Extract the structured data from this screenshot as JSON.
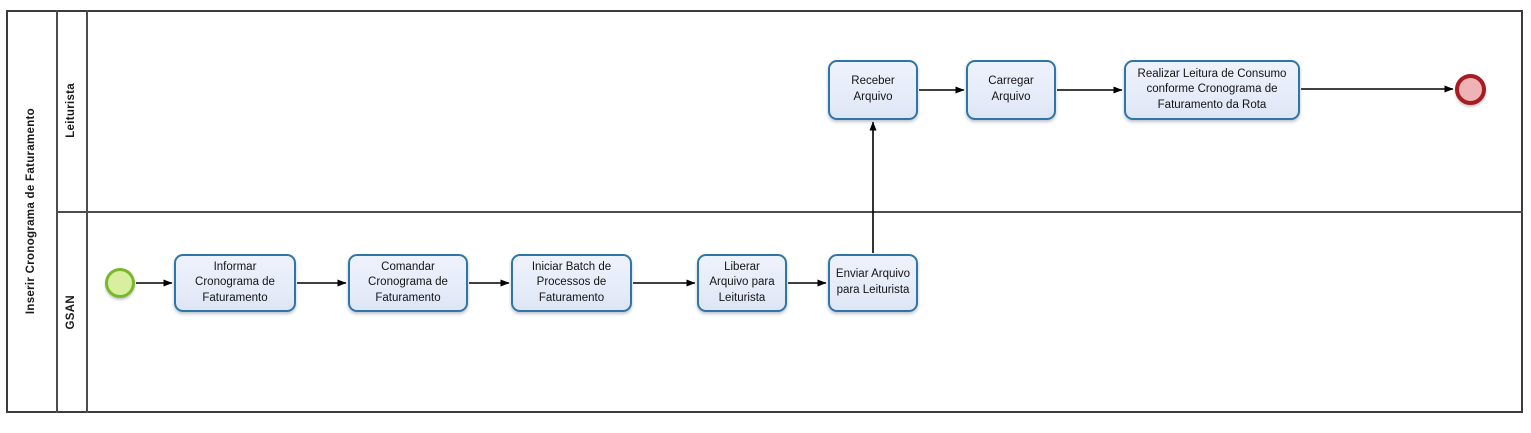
{
  "pool": {
    "title": "Inserir Cronograma de Faturamento"
  },
  "lanes": [
    {
      "label": "Leiturista"
    },
    {
      "label": "GSAN"
    }
  ],
  "tasks": [
    {
      "id": "informar-cronograma",
      "lane": "GSAN",
      "label": "Informar Cronograma de Faturamento"
    },
    {
      "id": "comandar-cronograma",
      "lane": "GSAN",
      "label": "Comandar Cronograma de Faturamento"
    },
    {
      "id": "iniciar-batch",
      "lane": "GSAN",
      "label": "Iniciar Batch de Processos de Faturamento"
    },
    {
      "id": "liberar-arquivo",
      "lane": "GSAN",
      "label": "Liberar Arquivo para Leiturista"
    },
    {
      "id": "enviar-arquivo",
      "lane": "GSAN",
      "label": "Enviar Arquivo para Leiturista"
    },
    {
      "id": "receber-arquivo",
      "lane": "Leiturista",
      "label": "Receber Arquivo"
    },
    {
      "id": "carregar-arquivo",
      "lane": "Leiturista",
      "label": "Carregar Arquivo"
    },
    {
      "id": "realizar-leitura",
      "lane": "Leiturista",
      "label": "Realizar Leitura de Consumo conforme Cronograma de Faturamento da Rota"
    }
  ],
  "events": [
    {
      "id": "start",
      "type": "start-event",
      "lane": "GSAN"
    },
    {
      "id": "end",
      "type": "end-event",
      "lane": "Leiturista"
    }
  ],
  "flows": [
    {
      "from": "start",
      "to": "informar-cronograma"
    },
    {
      "from": "informar-cronograma",
      "to": "comandar-cronograma"
    },
    {
      "from": "comandar-cronograma",
      "to": "iniciar-batch"
    },
    {
      "from": "iniciar-batch",
      "to": "liberar-arquivo"
    },
    {
      "from": "liberar-arquivo",
      "to": "enviar-arquivo"
    },
    {
      "from": "enviar-arquivo",
      "to": "receber-arquivo"
    },
    {
      "from": "receber-arquivo",
      "to": "carregar-arquivo"
    },
    {
      "from": "carregar-arquivo",
      "to": "realizar-leitura"
    },
    {
      "from": "realizar-leitura",
      "to": "end"
    }
  ],
  "colors": {
    "task_fill": "#e7edf9",
    "task_border": "#2e75a8",
    "start_fill": "#d8efa0",
    "start_border": "#79b82e",
    "end_fill": "#eeb3b5",
    "end_border": "#a81c21",
    "connector": "#000000",
    "pool_border": "#3b3b3b"
  }
}
